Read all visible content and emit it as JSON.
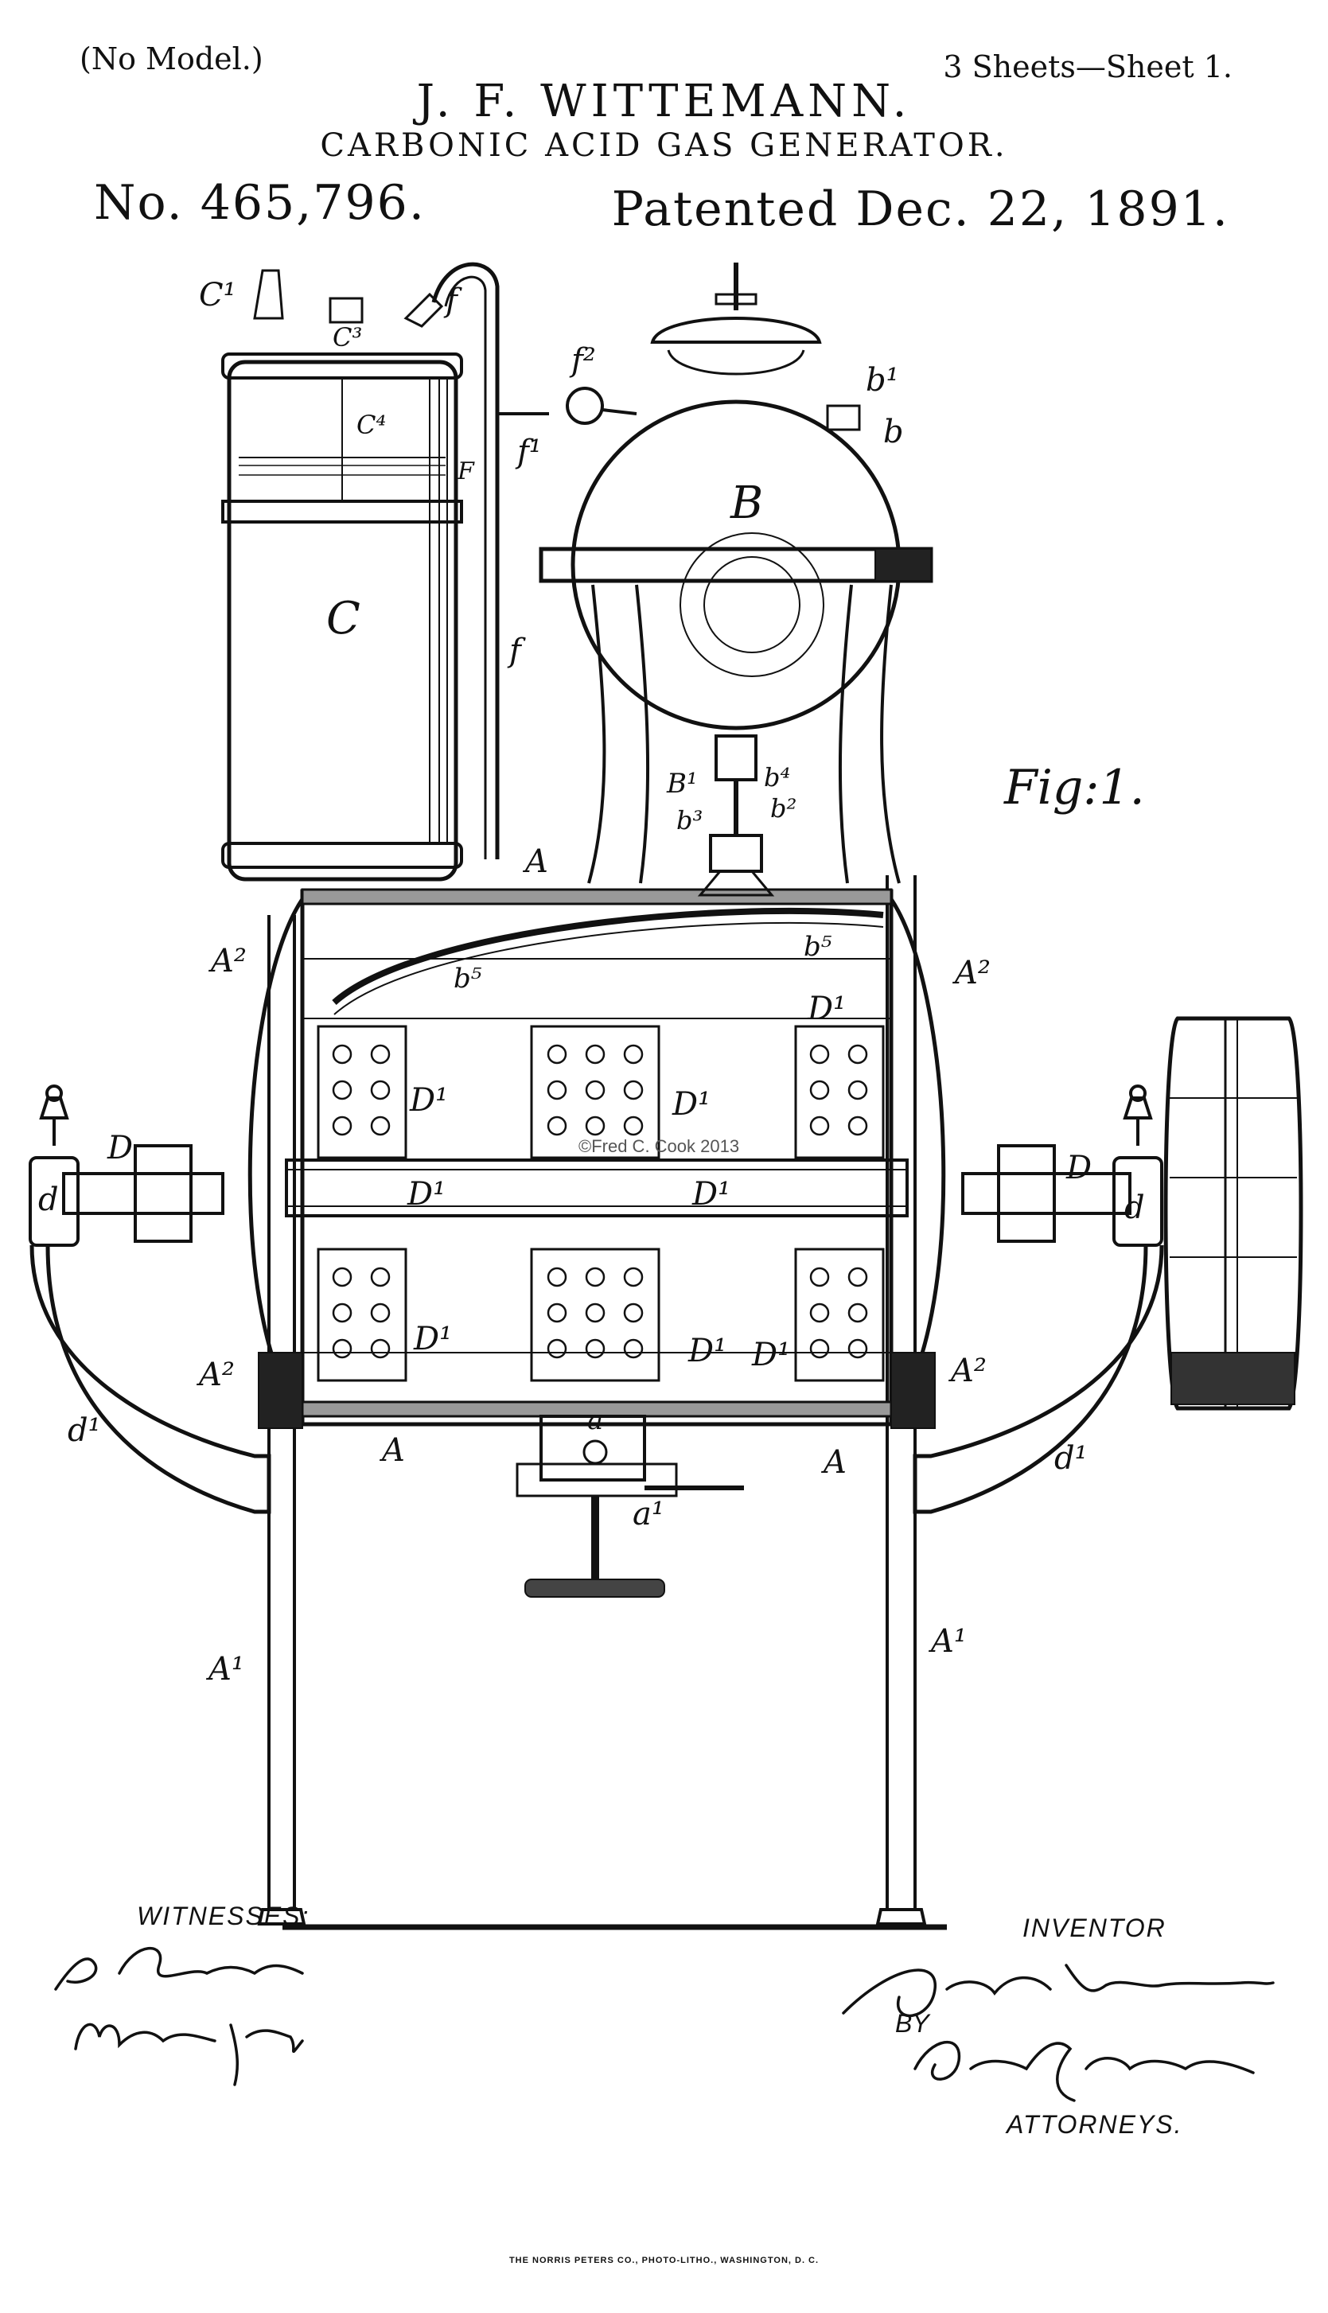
{
  "header": {
    "no_model": "(No Model.)",
    "sheets": "3 Sheets—Sheet 1.",
    "inventor": "J. F. WITTEMANN.",
    "title": "CARBONIC ACID GAS GENERATOR.",
    "patent_number": "No. 465,796.",
    "patent_date": "Patented Dec. 22, 1891."
  },
  "figure": {
    "label": "Fig:1.",
    "copyright": "©Fred C. Cook 2013",
    "reference_letters": {
      "C1": "C¹",
      "C3": "C³",
      "C4": "C⁴",
      "C": "C",
      "f_top": "f",
      "f2": "f²",
      "f1": "f¹",
      "F": "F",
      "f_mid": "f",
      "b1": "b¹",
      "b": "b",
      "B": "B",
      "B1": "B¹",
      "b4": "b⁴",
      "b3": "b³",
      "b2": "b²",
      "A_top": "A",
      "A2_ul": "A²",
      "A2_ur": "A²",
      "b5_l": "b⁵",
      "b5_r": "b⁵",
      "D1_tr": "D¹",
      "D1_1": "D¹",
      "D1_2": "D¹",
      "D_left": "D",
      "D_right": "D",
      "d_left": "d",
      "d_right": "d",
      "D1_3": "D¹",
      "D1_4": "D¹",
      "D1_5": "D¹",
      "D1_6": "D¹",
      "D1_7": "D¹",
      "A2_ll": "A²",
      "A2_lr": "A²",
      "a": "a",
      "d1_left": "d¹",
      "d1_right": "d¹",
      "A_left": "A",
      "A_right": "A",
      "a1": "a¹",
      "A1_left": "A¹",
      "A1_right": "A¹"
    }
  },
  "footer": {
    "witnesses": "WITNESSES:",
    "inventor_label": "INVENTOR",
    "by": "BY",
    "attorneys": "ATTORNEYS.",
    "printer": "THE NORRIS PETERS CO., PHOTO-LITHO., WASHINGTON, D. C.",
    "signatures": {
      "witness_1": "A. Schehl.",
      "witness_2": "Martin Petry.",
      "inventor": "Jacob F. Wittemann",
      "attorneys": "Goepel & Raegener"
    }
  }
}
